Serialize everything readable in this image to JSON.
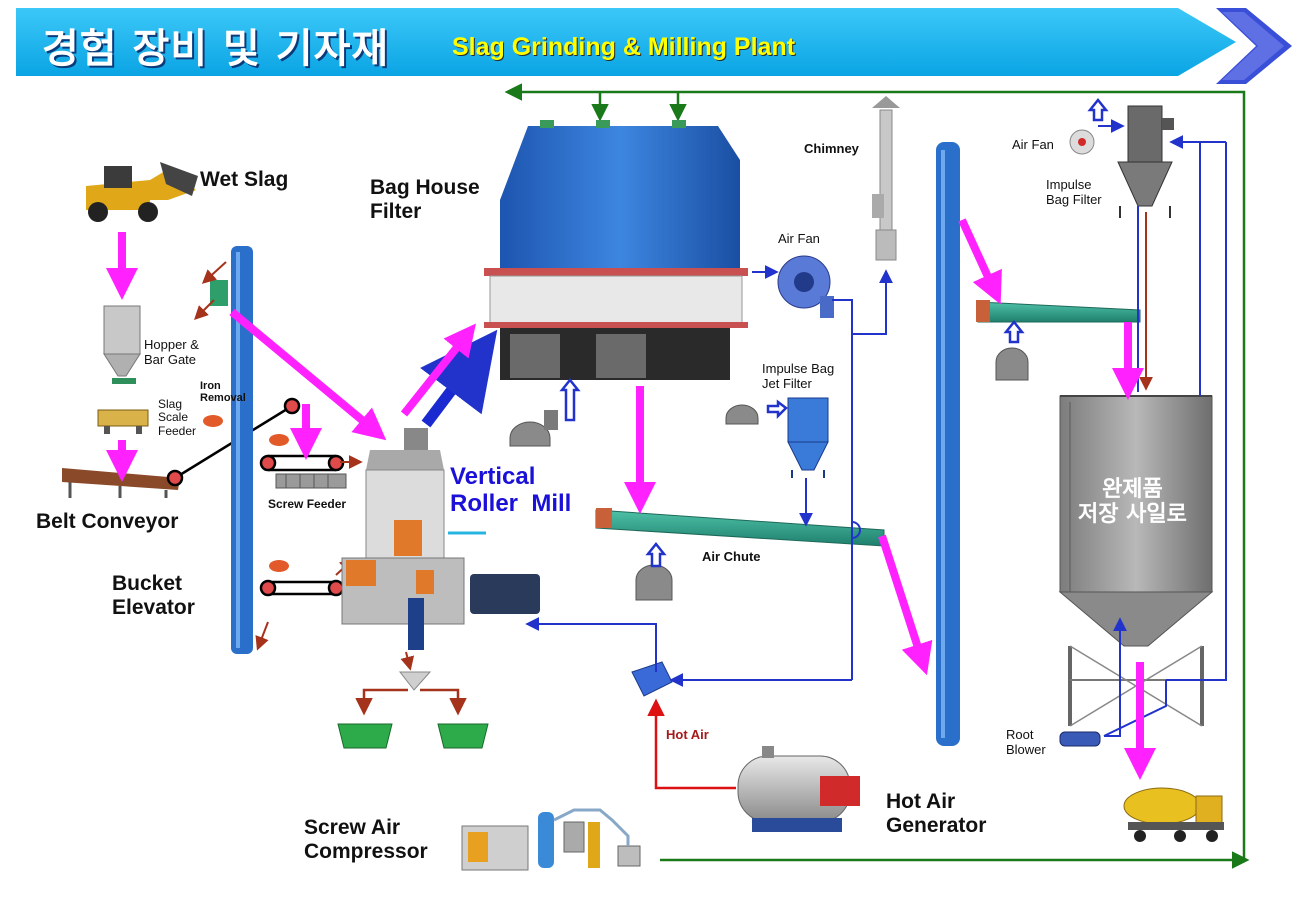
{
  "header": {
    "title_ko": "경험 장비 및 기자재",
    "title_en": "Slag Grinding & Milling Plant",
    "colors": {
      "banner": "#16b4ee",
      "title_en": "#ffff00",
      "chevron": "#3a4fd8"
    }
  },
  "labels": {
    "wet_slag": "Wet Slag",
    "hopper": "Hopper &\nBar Gate",
    "slag_scale_feeder": "Slag\nScale\nFeeder",
    "iron_removal": "Iron\nRemoval",
    "belt_conveyor": "Belt Conveyor",
    "bucket_elevator": "Bucket\nElevator",
    "screw_feeder": "Screw Feeder",
    "bag_house_filter": "Bag House\nFilter",
    "vertical_roller_mill": "Vertical\nRoller  Mill",
    "air_fan_1": "Air Fan",
    "impulse_bag_jet_filter": "Impulse Bag\nJet Filter",
    "air_chute": "Air Chute",
    "chimney": "Chimney",
    "air_fan_2": "Air Fan",
    "impulse_bag_filter": "Impulse\nBag Filter",
    "silo": "완제품\n저장 사일로",
    "root_blower": "Root\nBlower",
    "hot_air": "Hot Air",
    "hot_air_generator": "Hot Air\nGenerator",
    "screw_air_compressor": "Screw Air\nCompressor"
  },
  "legend_colors": {
    "material_flow": "#ff22ff",
    "air_flow": "#2233cc",
    "hot_air_flow": "#dd1111",
    "compressed_air_flow": "#1a7a1a",
    "equipment_blue": "#2a6fc9",
    "chute_green": "#2e9e8a"
  }
}
